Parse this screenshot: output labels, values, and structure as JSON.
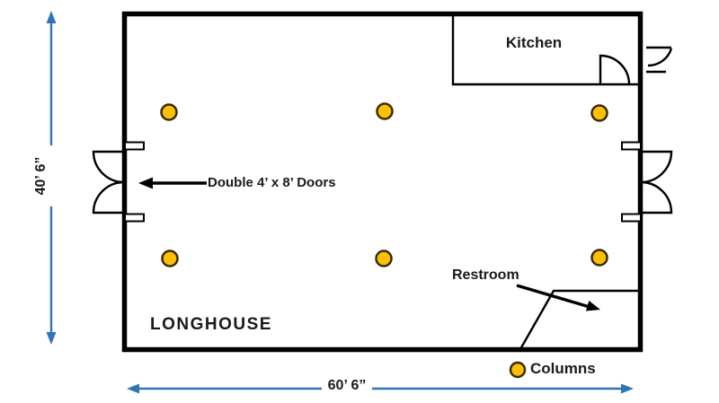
{
  "colors": {
    "wall": "#000000",
    "accent_blue": "#2E75B6",
    "column_fill": "#FFC000",
    "column_stroke": "#3A2B08",
    "text": "#1a1a1a"
  },
  "plan": {
    "building_label": "LONGHOUSE",
    "rooms": [
      {
        "label": "Kitchen"
      },
      {
        "label": "Restroom"
      }
    ],
    "annotations": {
      "doors": "Double 4’ x 8’ Doors",
      "legend": "Columns"
    },
    "dimensions": {
      "height": "40’ 6”",
      "width": "60’ 6”"
    },
    "columns": {
      "count": 6,
      "positions": [
        [
          188,
          125
        ],
        [
          428,
          124
        ],
        [
          667,
          126
        ],
        [
          189,
          288
        ],
        [
          427,
          288
        ],
        [
          667,
          287
        ]
      ]
    }
  }
}
